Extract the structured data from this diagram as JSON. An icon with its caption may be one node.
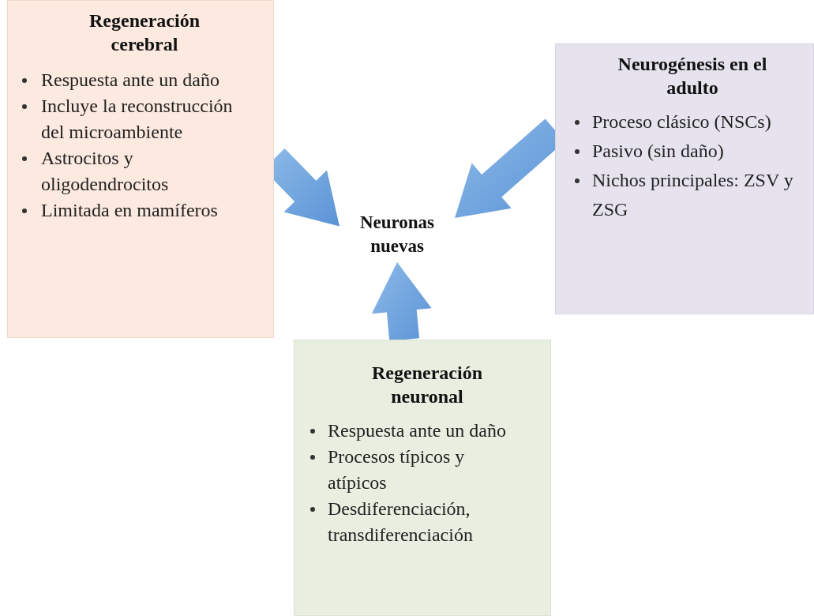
{
  "diagram": {
    "nodes": [
      {
        "text": [
          "Regeneración cerebral",
          "Respuesta ante un daño",
          "Incluye la reconstrucción del microambiente",
          "Astrocitos y oligodendrocitos",
          "Limitada en mamíferos"
        ]
      },
      {
        "text": [
          "Neurogénesis en el adulto",
          "Proceso clásico (NSCs)",
          "Pasivo (sin daño)",
          "Nichos principales: ZSV y ZSG"
        ]
      },
      {
        "text": [
          "Neuronas nuevas"
        ]
      },
      {
        "text": [
          "Regeneración neuronal",
          "Respuesta ante un daño",
          "Procesos típicos y atípicos",
          "Desdiferenciación, transdiferenciación"
        ]
      }
    ],
    "edges": [
      {
        "from": 0,
        "to": 2,
        "arrow": "to",
        "style": "thick"
      },
      {
        "from": 1,
        "to": 2,
        "arrow": "to",
        "style": "thick"
      },
      {
        "from": 3,
        "to": 2,
        "arrow": "to",
        "style": "thick"
      }
    ]
  }
}
